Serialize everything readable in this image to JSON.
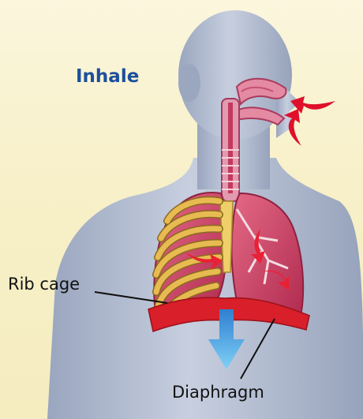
{
  "diagram": {
    "title": "Inhale",
    "labels": {
      "rib_cage": "Rib cage",
      "diaphragm": "Diaphragm"
    }
  },
  "colors": {
    "title": "#1d4f9c",
    "background": "#f7f0c8",
    "body": "#aeb8ce",
    "lung": "#c33a5e",
    "rib": "#e3b44a",
    "airflow_arrow": "#e0102a",
    "diaphragm": "#d81f2a",
    "diaphragm_arrow": "#47a9e6"
  },
  "icons": [
    "airflow-arrow-icon",
    "down-arrow-icon"
  ]
}
